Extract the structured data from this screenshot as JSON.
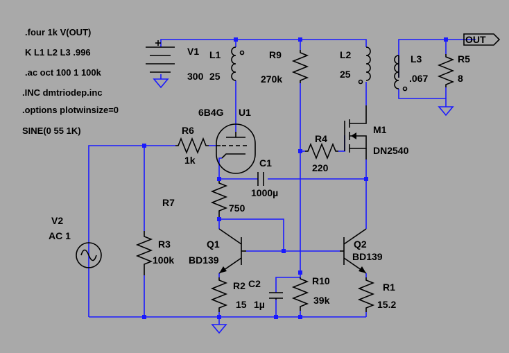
{
  "directives": [
    ".four 1k V(OUT)",
    "K L1 L2 L3 .996",
    ".ac oct 100 1 100k",
    ".INC dmtriodep.inc",
    ".options plotwinsize=0",
    "SINE(0 55 1K)"
  ],
  "components": {
    "V1": {
      "name": "V1",
      "value": "300"
    },
    "L1": {
      "name": "L1",
      "value": "25"
    },
    "R9": {
      "name": "R9",
      "value": "270k"
    },
    "L2": {
      "name": "L2",
      "value": "25"
    },
    "L3": {
      "name": "L3",
      "value": ".067"
    },
    "R5": {
      "name": "R5",
      "value": "8"
    },
    "U1": {
      "name": "U1",
      "model": "6B4G"
    },
    "R6": {
      "name": "R6",
      "value": "1k"
    },
    "M1": {
      "name": "M1",
      "model": "DN2540"
    },
    "R4": {
      "name": "R4",
      "value": "220"
    },
    "C1": {
      "name": "C1",
      "value": "1000µ"
    },
    "R7": {
      "name": "R7",
      "value": "750"
    },
    "V2": {
      "name": "V2",
      "value": "AC 1"
    },
    "R3": {
      "name": "R3",
      "value": "100k"
    },
    "Q1": {
      "name": "Q1",
      "model": "BD139"
    },
    "Q2": {
      "name": "Q2",
      "model": "BD139"
    },
    "R2": {
      "name": "R2",
      "value": "15"
    },
    "C2": {
      "name": "C2",
      "value": "1µ"
    },
    "R10": {
      "name": "R10",
      "value": "39k"
    },
    "R1": {
      "name": "R1",
      "value": "15.2"
    }
  },
  "out_label": "OUT",
  "colors": {
    "background": "#a9a9a9",
    "wire": "#1a1aff",
    "component": "#000000"
  }
}
